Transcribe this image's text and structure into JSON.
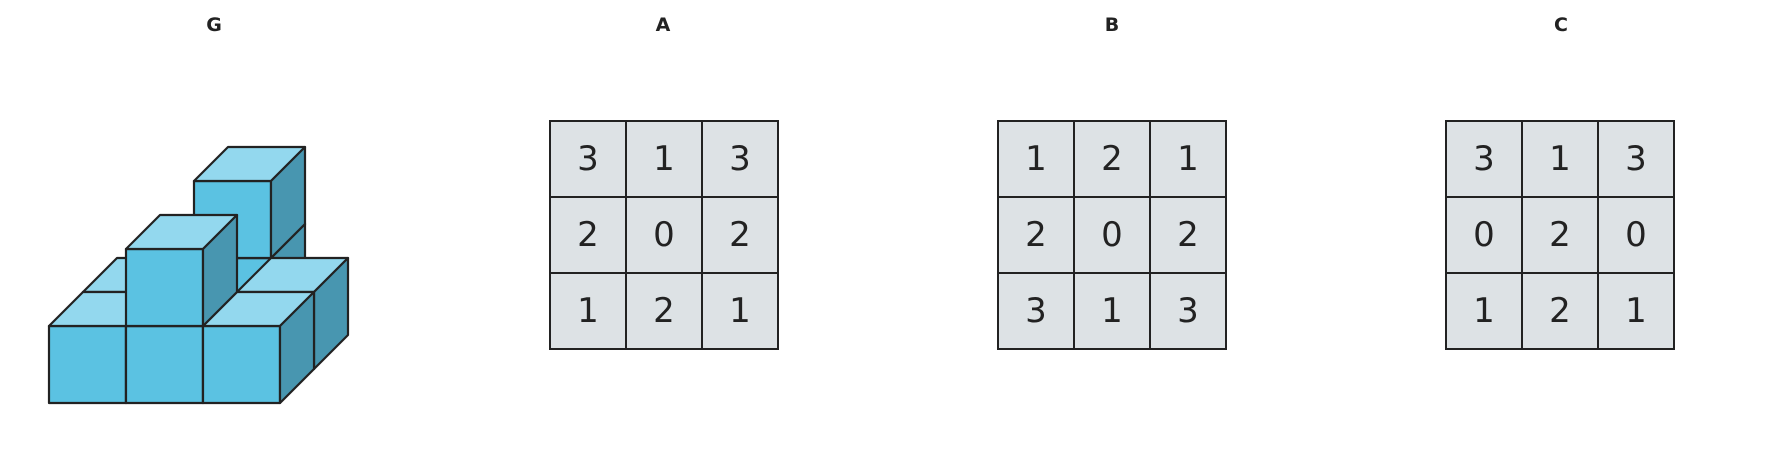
{
  "titles": {
    "figure": "G",
    "option_a": "A",
    "option_b": "B",
    "option_c": "C"
  },
  "colors": {
    "cube_front": "#5bc2e2",
    "cube_top": "#93d8ee",
    "cube_side": "#4896b0",
    "outline": "#222222",
    "cell_fill": "#dde2e5"
  },
  "figure": {
    "description_grid_heights": [
      [
        0,
        2,
        0
      ],
      [
        1,
        0,
        1
      ],
      [
        1,
        2,
        1
      ]
    ]
  },
  "options": {
    "a": {
      "cells": [
        "3",
        "1",
        "3",
        "2",
        "0",
        "2",
        "1",
        "2",
        "1"
      ]
    },
    "b": {
      "cells": [
        "1",
        "2",
        "1",
        "2",
        "0",
        "2",
        "3",
        "1",
        "3"
      ]
    },
    "c": {
      "cells": [
        "3",
        "1",
        "3",
        "0",
        "2",
        "0",
        "1",
        "2",
        "1"
      ]
    }
  }
}
